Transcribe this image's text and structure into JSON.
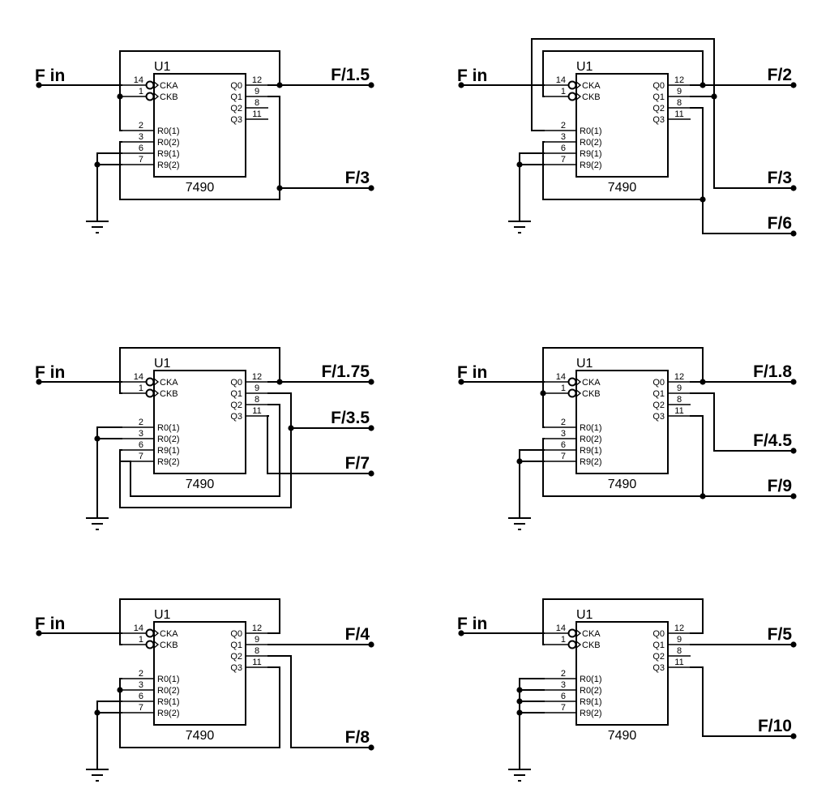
{
  "diagram": {
    "title": "7490 decade counter frequency divider configurations",
    "chip_common": {
      "ref": "U1",
      "part": "7490",
      "input_pins": [
        {
          "num": "14",
          "name": "CKA"
        },
        {
          "num": "1",
          "name": "CKB"
        },
        {
          "num": "2",
          "name": "R0(1)"
        },
        {
          "num": "3",
          "name": "R0(2)"
        },
        {
          "num": "6",
          "name": "R9(1)"
        },
        {
          "num": "7",
          "name": "R9(2)"
        }
      ],
      "output_pins": [
        {
          "num": "12",
          "name": "Q0"
        },
        {
          "num": "9",
          "name": "Q1"
        },
        {
          "num": "8",
          "name": "Q2"
        },
        {
          "num": "11",
          "name": "Q3"
        }
      ]
    },
    "circuits": [
      {
        "id": "div-1.5-3",
        "input_label": "F in",
        "ref": "U1",
        "part": "7490",
        "outputs": [
          {
            "label": "F/1.5",
            "source": "Q0"
          },
          {
            "label": "F/3",
            "source": "Q1"
          }
        ],
        "connections": "Q0 -> CKB, R0(1); Q1 -> R0(2); R9(1), R9(2) -> GND"
      },
      {
        "id": "div-2-3-6",
        "input_label": "F in",
        "ref": "U1",
        "part": "7490",
        "outputs": [
          {
            "label": "F/2",
            "source": "Q0"
          },
          {
            "label": "F/3",
            "source": "Q1"
          },
          {
            "label": "F/6",
            "source": "Q2"
          }
        ],
        "connections": "Q0 -> CKB; Q1 -> R0(1); Q2 -> R0(2); R9(1), R9(2) -> GND"
      },
      {
        "id": "div-1.75-3.5-7",
        "input_label": "F in",
        "ref": "U1",
        "part": "7490",
        "outputs": [
          {
            "label": "F/1.75",
            "source": "Q0"
          },
          {
            "label": "F/3.5",
            "source": "Q1"
          },
          {
            "label": "F/7",
            "source": "Q3"
          }
        ],
        "connections": "Q0 -> CKB; Q1 -> R9(1); Q2 -> R9(2); R0(1), R0(2) -> GND"
      },
      {
        "id": "div-1.8-4.5-9",
        "input_label": "F in",
        "ref": "U1",
        "part": "7490",
        "outputs": [
          {
            "label": "F/1.8",
            "source": "Q0"
          },
          {
            "label": "F/4.5",
            "source": "Q1"
          },
          {
            "label": "F/9",
            "source": "Q3"
          }
        ],
        "connections": "Q0 -> CKB, R0(1); Q3 -> R0(2); R9(1), R9(2) -> GND"
      },
      {
        "id": "div-4-8",
        "input_label": "F in",
        "ref": "U1",
        "part": "7490",
        "outputs": [
          {
            "label": "F/4",
            "source": "Q1"
          },
          {
            "label": "F/8",
            "source": "Q2"
          }
        ],
        "connections": "Q0 -> CKB; Q3 -> R0(1), R0(2); R9(1), R9(2) -> GND"
      },
      {
        "id": "div-5-10",
        "input_label": "F in",
        "ref": "U1",
        "part": "7490",
        "outputs": [
          {
            "label": "F/5",
            "source": "Q1"
          },
          {
            "label": "F/10",
            "source": "Q3"
          }
        ],
        "connections": "Q0 -> CKB; R0(1), R0(2), R9(1), R9(2) -> GND"
      }
    ]
  }
}
